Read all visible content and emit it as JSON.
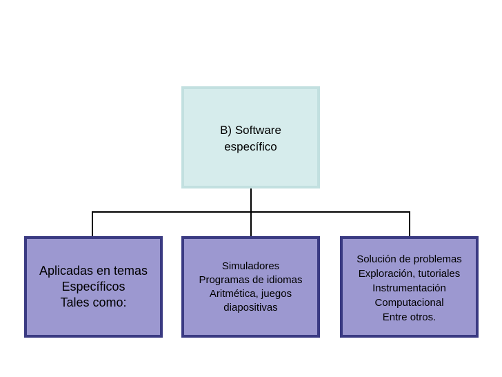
{
  "root": {
    "lines": [
      "B) Software",
      "específico"
    ]
  },
  "children": [
    {
      "lines": [
        "Aplicadas en temas",
        "Específicos",
        "Tales como:"
      ]
    },
    {
      "lines": [
        "Simuladores",
        "Programas de idiomas",
        "Aritmética, juegos",
        "diapositivas"
      ]
    },
    {
      "lines": [
        "Solución de problemas",
        "Exploración, tutoriales",
        "Instrumentación",
        "Computacional",
        "Entre otros."
      ]
    }
  ],
  "colors": {
    "root_fill": "#d6ecec",
    "root_border": "#c2e0e0",
    "child_fill": "#9c98d0",
    "child_border": "#3a3a82",
    "connector": "#000000"
  }
}
